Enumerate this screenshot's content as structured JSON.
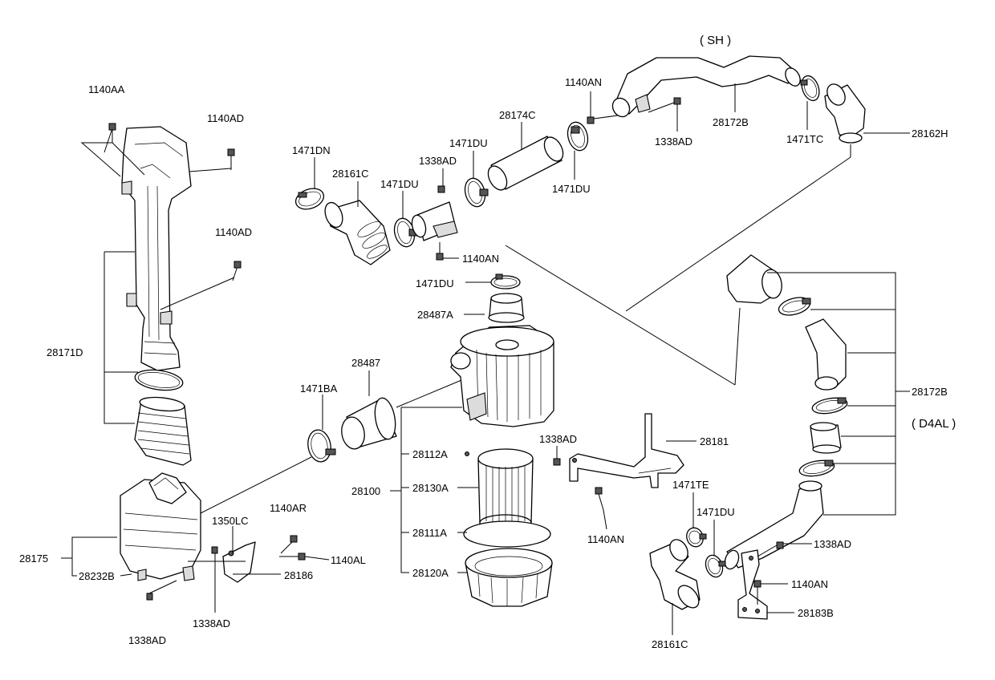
{
  "labels": {
    "sh": "( SH )",
    "d4al": "( D4AL )",
    "p1140AA": "1140AA",
    "p1140AD_a": "1140AD",
    "p1140AD_b": "1140AD",
    "p28171D": "28171D",
    "p28175": "28175",
    "p28232B": "28232B",
    "p1338AD_a": "1338AD",
    "p1338AD_b": "1338AD",
    "p1350LC": "1350LC",
    "p1140AR": "1140AR",
    "p1140AL": "1140AL",
    "p28186": "28186",
    "p1471BA": "1471BA",
    "p28487": "28487",
    "p28100": "28100",
    "p28112A": "28112A",
    "p28130A": "28130A",
    "p28111A": "28111A",
    "p28120A": "28120A",
    "p1471DN": "1471DN",
    "p28161C_a": "28161C",
    "p1471DU_a": "1471DU",
    "p1338AD_c": "1338AD",
    "p1471DU_b": "1471DU",
    "p28174C": "28174C",
    "p1471DU_c": "1471DU",
    "p1140AN_a": "1140AN",
    "p1471DU_d": "1471DU",
    "p28487A": "28487A",
    "p1140AN_b": "1140AN",
    "p1338AD_d": "1338AD",
    "p28172B_a": "28172B",
    "p1471TC": "1471TC",
    "p28162H": "28162H",
    "p1338AD_e": "1338AD",
    "p28181": "28181",
    "p1140AN_c": "1140AN",
    "p1471TE": "1471TE",
    "p1471DU_e": "1471DU",
    "p28161C_b": "28161C",
    "p28172B_b": "28172B",
    "p1338AD_f": "1338AD",
    "p1140AN_d": "1140AN",
    "p28183B": "28183B"
  }
}
